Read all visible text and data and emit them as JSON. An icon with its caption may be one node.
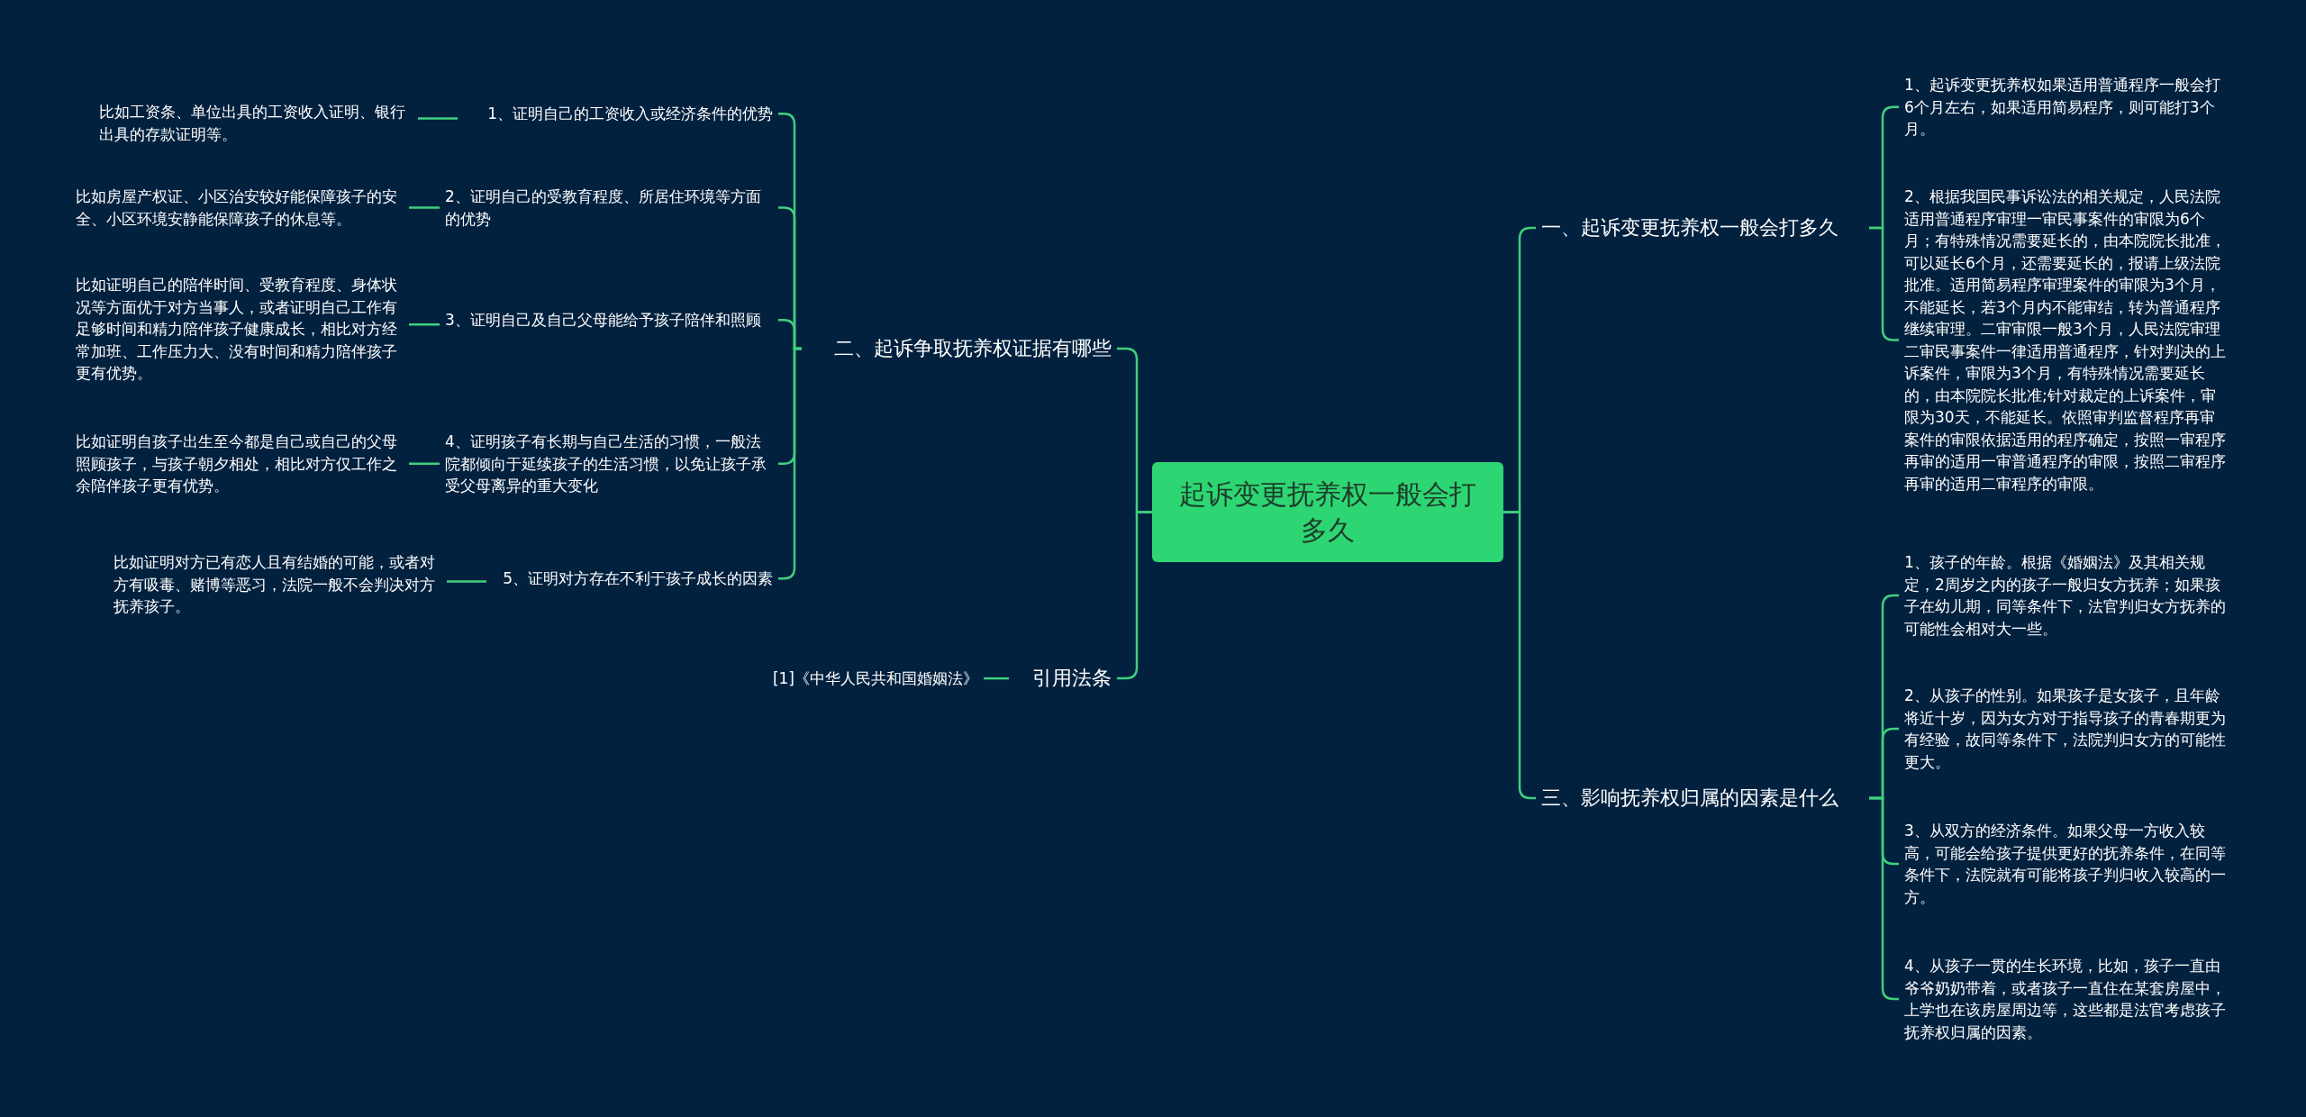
{
  "diagram": {
    "nodes": [
      {
        "text": [
          "起诉变更抚养权一般会打多久"
        ]
      },
      {
        "text": [
          "一、起诉变更抚养权一般会打多久"
        ]
      },
      {
        "text": [
          "1、起诉变更抚养权如果适用普通程序一般会打6个月左右，如果适用简易程序，则可能打3个月。"
        ]
      },
      {
        "text": [
          "2、根据我国民事诉讼法的相关规定，人民法院适用普通程序审理一审民事案件的审限为6个月；有特殊情况需要延长的，由本院院长批准，可以延长6个月，还需要延长的，报请上级法院批准。适用简易程序审理案件的审限为3个月，不能延长，若3个月内不能审结，转为普通程序继续审理。二审审限一般3个月，人民法院审理二审民事案件一律适用普通程序，针对判决的上诉案件，审限为3个月，有特殊情况需要延长的，由本院院长批准;针对裁定的上诉案件，审限为30天，不能延长。依照审判监督程序再审案件的审限依据适用的程序确定，按照一审程序再审的适用一审普通程序的审限，按照二审程序再审的适用二审程序的审限。"
        ]
      },
      {
        "text": [
          "二、起诉争取抚养权证据有哪些"
        ]
      },
      {
        "text": [
          "1、证明自己的工资收入或经济条件的优势"
        ]
      },
      {
        "text": [
          "比如工资条、单位出具的工资收入证明、银行出具的存款证明等。"
        ]
      },
      {
        "text": [
          "2、证明自己的受教育程度、所居住环境等方面的优势"
        ]
      },
      {
        "text": [
          "比如房屋产权证、小区治安较好能保障孩子的安全、小区环境安静能保障孩子的休息等。"
        ]
      },
      {
        "text": [
          "3、证明自己及自己父母能给予孩子陪伴和照顾"
        ]
      },
      {
        "text": [
          "比如证明自己的陪伴时间、受教育程度、身体状况等方面优于对方当事人，或者证明自己工作有足够时间和精力陪伴孩子健康成长，相比对方经常加班、工作压力大、没有时间和精力陪伴孩子更有优势。"
        ]
      },
      {
        "text": [
          "4、证明孩子有长期与自己生活的习惯，一般法院都倾向于延续孩子的生活习惯，以免让孩子承受父母离异的重大变化"
        ]
      },
      {
        "text": [
          "比如证明自孩子出生至今都是自己或自己的父母照顾孩子，与孩子朝夕相处，相比对方仅工作之余陪伴孩子更有优势。"
        ]
      },
      {
        "text": [
          "5、证明对方存在不利于孩子成长的因素"
        ]
      },
      {
        "text": [
          "比如证明对方已有恋人且有结婚的可能，或者对方有吸毒、赌博等恶习，法院一般不会判决对方抚养孩子。"
        ]
      },
      {
        "text": [
          "引用法条"
        ]
      },
      {
        "text": [
          "[1]《中华人民共和国婚姻法》"
        ]
      },
      {
        "text": [
          "三、影响抚养权归属的因素是什么"
        ]
      },
      {
        "text": [
          "1、孩子的年龄。根据《婚姻法》及其相关规定，2周岁之内的孩子一般归女方抚养；如果孩子在幼儿期，同等条件下，法官判归女方抚养的可能性会相对大一些。"
        ]
      },
      {
        "text": [
          "2、从孩子的性别。如果孩子是女孩子，且年龄将近十岁，因为女方对于指导孩子的青春期更为有经验，故同等条件下，法院判归女方的可能性更大。"
        ]
      },
      {
        "text": [
          "3、从双方的经济条件。如果父母一方收入较高，可能会给孩子提供更好的抚养条件，在同等条件下，法院就有可能将孩子判归收入较高的一方。"
        ]
      },
      {
        "text": [
          "4、从孩子一贯的生长环境，比如，孩子一直由爷爷奶奶带着，或者孩子一直住在某套房屋中，上学也在该房屋周边等，这些都是法官考虑孩子抚养权归属的因素。"
        ]
      }
    ],
    "edges": [
      {
        "from": 0,
        "to": 1,
        "arrow": "none"
      },
      {
        "from": 0,
        "to": 4,
        "arrow": "none"
      },
      {
        "from": 0,
        "to": 15,
        "arrow": "none"
      },
      {
        "from": 0,
        "to": 17,
        "arrow": "none"
      },
      {
        "from": 1,
        "to": 2,
        "arrow": "none"
      },
      {
        "from": 1,
        "to": 3,
        "arrow": "none"
      },
      {
        "from": 4,
        "to": 5,
        "arrow": "none"
      },
      {
        "from": 4,
        "to": 7,
        "arrow": "none"
      },
      {
        "from": 4,
        "to": 9,
        "arrow": "none"
      },
      {
        "from": 4,
        "to": 11,
        "arrow": "none"
      },
      {
        "from": 4,
        "to": 13,
        "arrow": "none"
      },
      {
        "from": 5,
        "to": 6,
        "arrow": "none"
      },
      {
        "from": 7,
        "to": 8,
        "arrow": "none"
      },
      {
        "from": 9,
        "to": 10,
        "arrow": "none"
      },
      {
        "from": 11,
        "to": 12,
        "arrow": "none"
      },
      {
        "from": 13,
        "to": 14,
        "arrow": "none"
      },
      {
        "from": 15,
        "to": 16,
        "arrow": "none"
      },
      {
        "from": 17,
        "to": 18,
        "arrow": "none"
      },
      {
        "from": 17,
        "to": 19,
        "arrow": "none"
      },
      {
        "from": 17,
        "to": 20,
        "arrow": "none"
      },
      {
        "from": 17,
        "to": 21,
        "arrow": "none"
      }
    ]
  }
}
